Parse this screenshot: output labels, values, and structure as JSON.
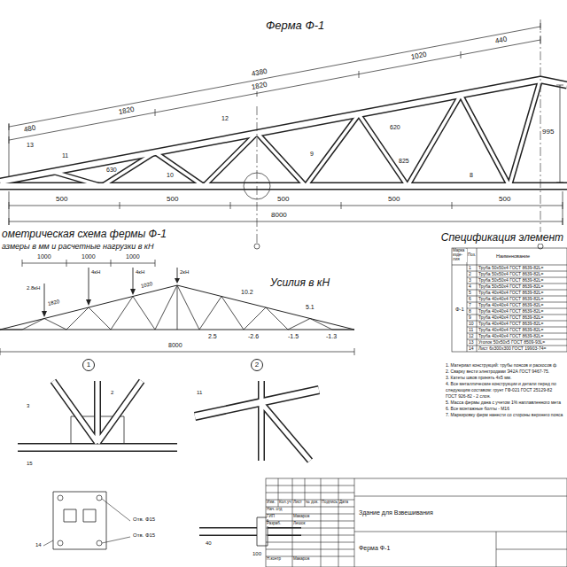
{
  "diagram": {
    "title": "Ферма Ф-1",
    "nodes": [
      {
        "text": [
          "1"
        ]
      },
      {
        "text": [
          "2"
        ]
      }
    ],
    "labels": [
      "4380",
      "1820",
      "1820",
      "480",
      "1020",
      "440",
      "995",
      "13",
      "11",
      "12",
      "9",
      "10",
      "8",
      "630",
      "825",
      "620",
      "500",
      "500",
      "500",
      "500",
      "500",
      "8000",
      "ометрическая схема фермы Ф-1",
      "азмеры в мм и расчетные нагрузки в кН",
      "Усилия в кН",
      "1000",
      "1000",
      "1000",
      "2.8кН",
      "4кН",
      "4кН",
      "2кН",
      "1820",
      "1020",
      "10.2",
      "5.1",
      "2.5",
      "-2.6",
      "-1.5",
      "-1.3",
      "8000",
      "Спецификация элемент",
      "Марка изде-лия",
      "Поз.",
      "Наименование",
      "Ф-1",
      "1",
      "2",
      "3",
      "4",
      "5",
      "6",
      "7",
      "8",
      "9",
      "10",
      "11",
      "12",
      "13",
      "14",
      "Труба 50х50х4 ГОСТ 8639-82L=",
      "Труба 50х50х4 ГОСТ 8639-82L=",
      "Труба 50х50х4 ГОСТ 8639-82L=",
      "Труба 50х50х4 ГОСТ 8639-82L=",
      "Труба 40х40х4 ГОСТ 8639-82L=",
      "Труба 40х40х4 ГОСТ 8639-82L=",
      "Труба 40х40х4 ГОСТ 8639-82L=",
      "Труба 40х40х4 ГОСТ 8639-82L=",
      "Труба 40х40х4 ГОСТ 8639-82L=",
      "Труба 40х40х4 ГОСТ 8639-82L=",
      "Труба 40х40х4 ГОСТ 8639-82L=",
      "Труба 40х40х4 ГОСТ 8639-82L=",
      "Уголок 50х50х5 ГОСТ 8509-93L=",
      "Лист 6х300х300 ГОСТ 19903-74=",
      "1. Материал конструкций: трубы поясов и раскосов ф",
      "2. Сварку вести электродами Э42А ГОСТ 9467-75.",
      "3. Катеты швов принять 4х5 мм.",
      "4. Все металлические конструкции и детали перед по",
      "следующим составом: грунт ГФ-021 ГОСТ 25129-82",
      "ГОСТ 926-82 - 2 слоя.",
      "5. Масса фермы дана с учетом 1% наплавленного мета",
      "6. Все монтажные болты - М16",
      "7. Маркировку ферм нанести со стороны верхнего пояса",
      "Отв. Ф15",
      "Отв. Ф15",
      "14",
      "15",
      "2",
      "3",
      "11",
      "40",
      "100",
      "Изм.",
      "Кол.уч",
      "Лист",
      "№ док.",
      "Подпись",
      "Дата",
      "Нач. отд",
      "ГИП",
      "Разраб.",
      "Макаров",
      "Лешок",
      "Н.контр",
      "Макаров",
      "Здание для Взвешивания",
      "Ферма Ф-1"
    ]
  }
}
